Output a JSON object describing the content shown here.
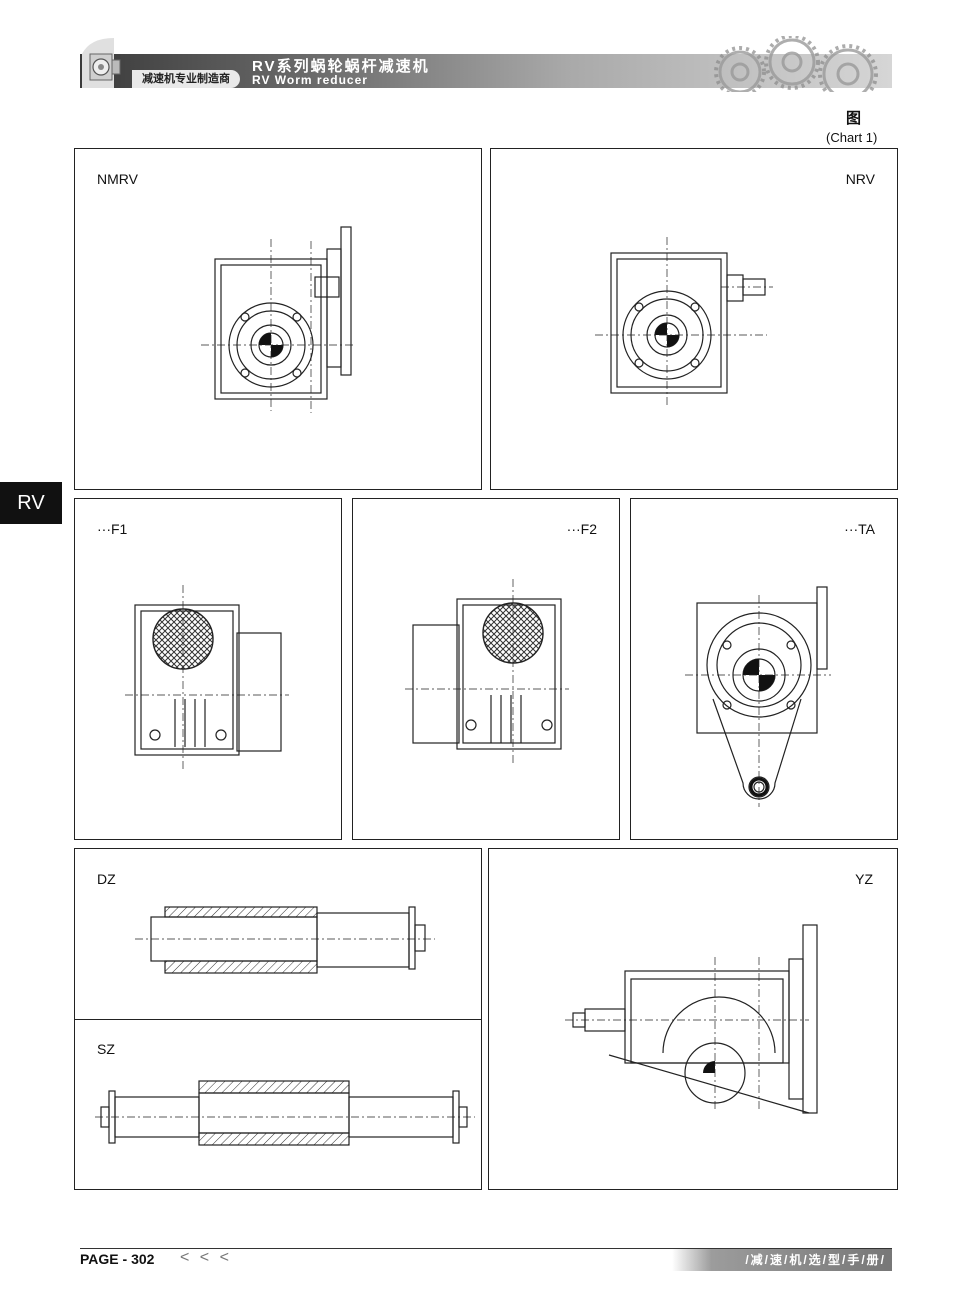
{
  "header": {
    "tagline": "减速机专业制造商",
    "title_cn": "RV系列蜗轮蜗杆减速机",
    "title_en": "RV Worm reducer"
  },
  "figure": {
    "title": "图",
    "subtitle": "(Chart 1)"
  },
  "side_tab": "RV",
  "panels": {
    "nmrv": "NMRV",
    "nrv": "NRV",
    "f1": "···F1",
    "f2": "···F2",
    "ta": "···TA",
    "dz": "DZ",
    "sz": "SZ",
    "yz": "YZ"
  },
  "footer": {
    "page": "PAGE - 302",
    "arrows": "< < <",
    "tag": "/减/速/机/选/型/手/册/"
  }
}
